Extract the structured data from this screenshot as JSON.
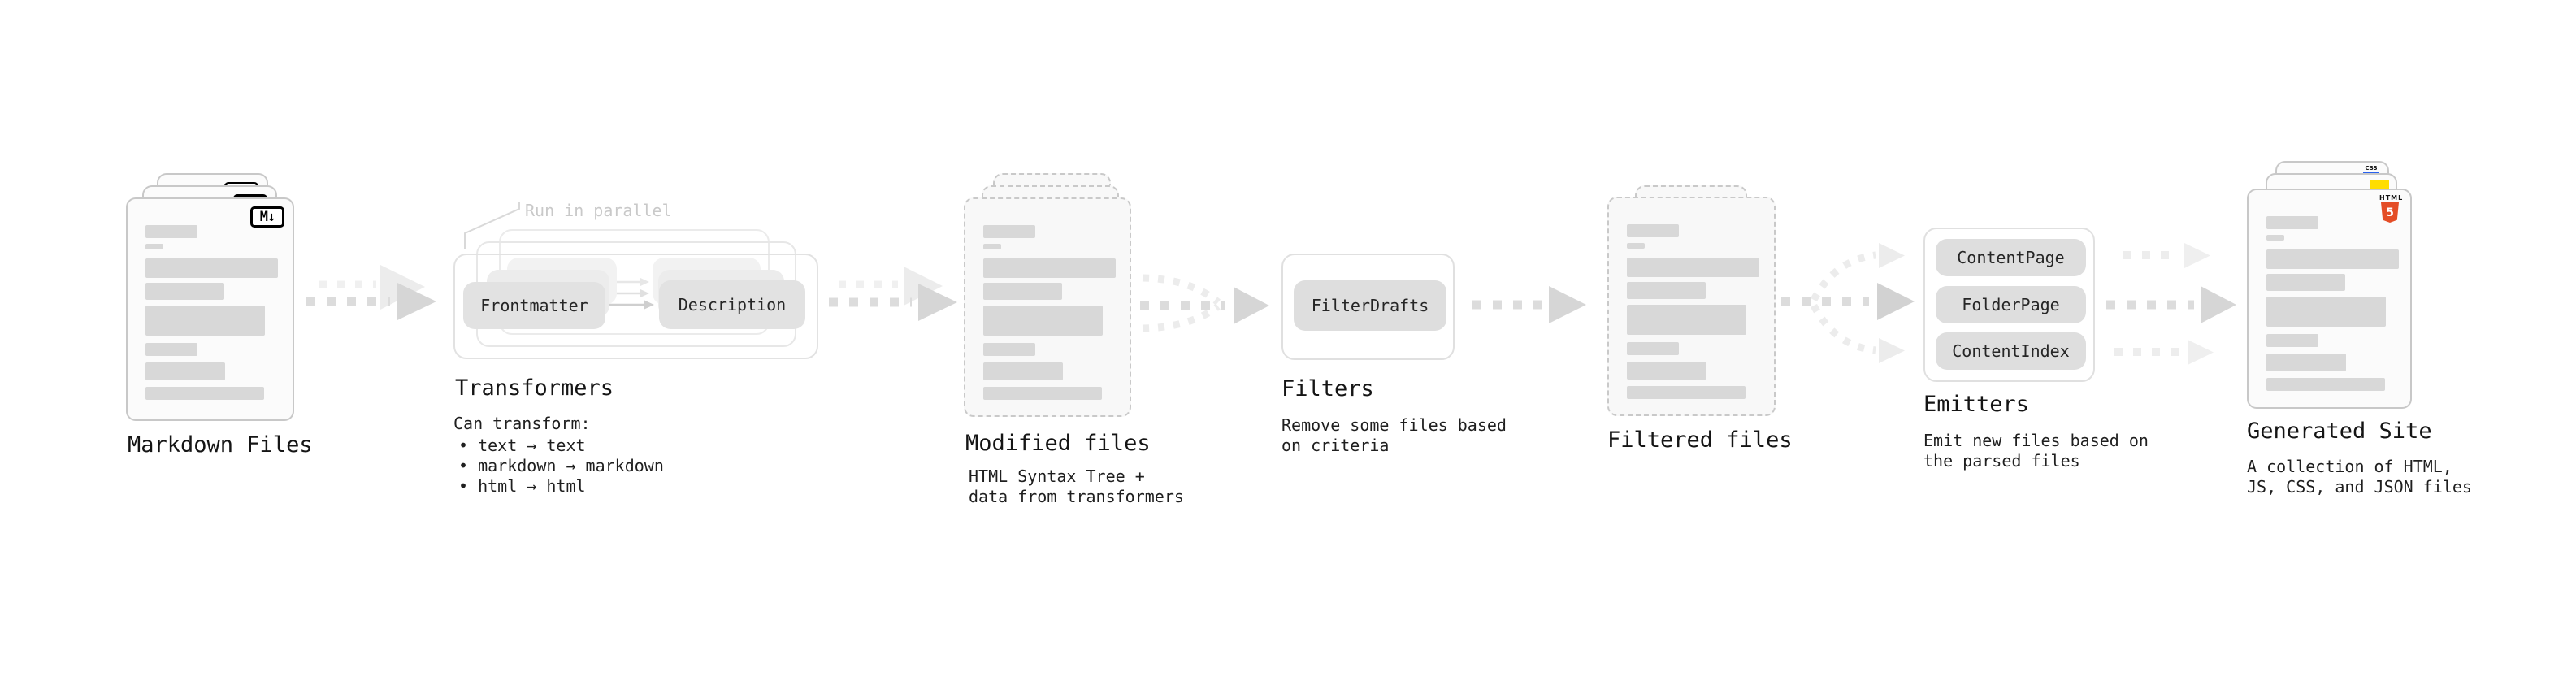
{
  "diagram": {
    "markdown": {
      "label": "Markdown Files",
      "badge": "M↓"
    },
    "transformers": {
      "label": "Transformers",
      "note": "Run in parallel",
      "frontmatter_pill": "Frontmatter",
      "description_pill": "Description",
      "caption_title": "Can transform:",
      "bullets": [
        "• text → text",
        "• markdown → markdown",
        "• html → html"
      ]
    },
    "modified": {
      "label": "Modified files",
      "caption": [
        "HTML Syntax Tree +",
        "data from transformers"
      ]
    },
    "filters": {
      "label": "Filters",
      "pill": "FilterDrafts",
      "caption": [
        "Remove some files based",
        "on criteria"
      ]
    },
    "filtered": {
      "label": "Filtered files"
    },
    "emitters": {
      "label": "Emitters",
      "pills": [
        "ContentPage",
        "FolderPage",
        "ContentIndex"
      ],
      "caption": [
        "Emit new files based on",
        "the parsed files"
      ]
    },
    "generated": {
      "label": "Generated Site",
      "caption": [
        "A collection of HTML,",
        "JS, CSS, and JSON files"
      ],
      "html5_badge_word": "HTML",
      "html5_badge_number": "5",
      "css_badge_word": "CSS"
    }
  },
  "colors": {
    "html5_orange": "#e44d26",
    "js_yellow": "#ffdd00",
    "css_blue": "#2962ef"
  }
}
